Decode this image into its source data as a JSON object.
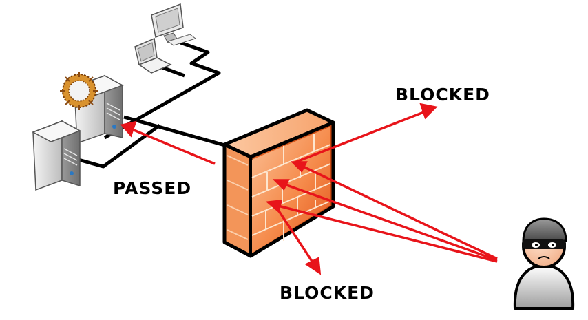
{
  "labels": {
    "blocked_top": "BLOCKED",
    "passed": "PASSED",
    "blocked_bottom": "BLOCKED"
  },
  "colors": {
    "arrow": "#e8141a",
    "cable": "#000000",
    "firewall_light": "#f9b07c",
    "firewall_dark": "#e2561a",
    "mortar": "#fde6cf",
    "server_body": "#d9d9d9",
    "server_shadow": "#8c8c8c"
  },
  "icons": {
    "desktop": "desktop-computer-icon",
    "laptop": "laptop-icon",
    "infected_server": "infected-server-icon",
    "virus": "virus-icon",
    "server": "server-icon",
    "firewall": "brick-firewall-icon",
    "attacker": "hacker-icon"
  }
}
